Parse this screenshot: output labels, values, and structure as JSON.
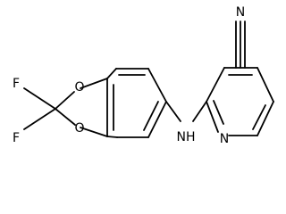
{
  "molecule": {
    "atoms": {
      "nitrile_n": "N",
      "pyridine_n": "N",
      "amine": "NH",
      "oxygen_top": "O",
      "oxygen_bottom": "O",
      "fluorine_top": "F",
      "fluorine_bottom": "F"
    }
  },
  "colors": {
    "bond": "#000000",
    "label": "#000000",
    "background": "#ffffff"
  }
}
